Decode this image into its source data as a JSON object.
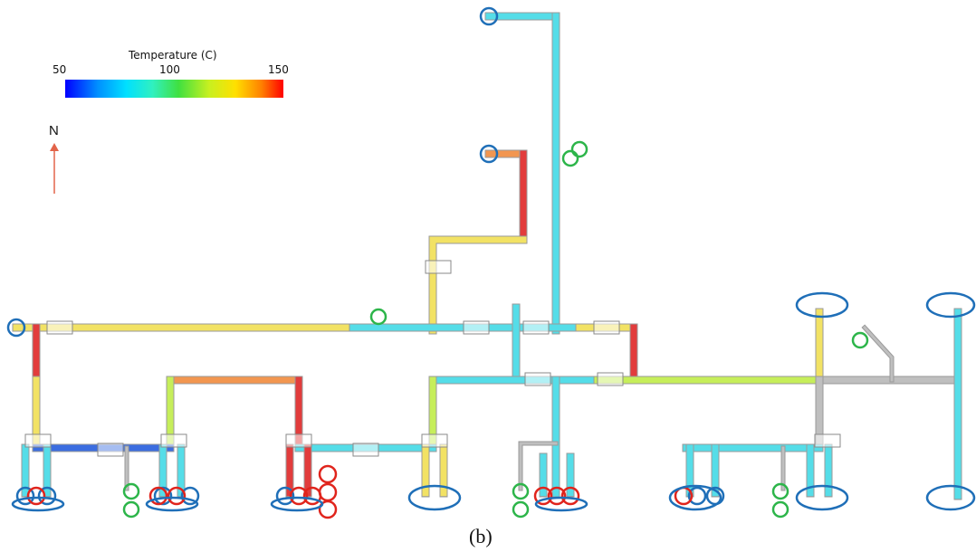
{
  "legend": {
    "title": "Temperature (C)",
    "tick_min": "50",
    "tick_mid": "100",
    "tick_max": "150"
  },
  "north": {
    "label": "N"
  },
  "caption": "(b)",
  "colors": {
    "blue": "#1a5fb4",
    "cyan": "#55dde8",
    "green_yellow": "#c6ee5a",
    "yellow": "#f2e264",
    "orange": "#f29650",
    "red": "#e23c3c",
    "deep_blue": "#3b6de0",
    "grey": "#bfbfbf",
    "marker_blue": "#1f6fb8",
    "marker_red": "#e0241c",
    "marker_green": "#2db54a",
    "arrow": "#e2644a"
  }
}
